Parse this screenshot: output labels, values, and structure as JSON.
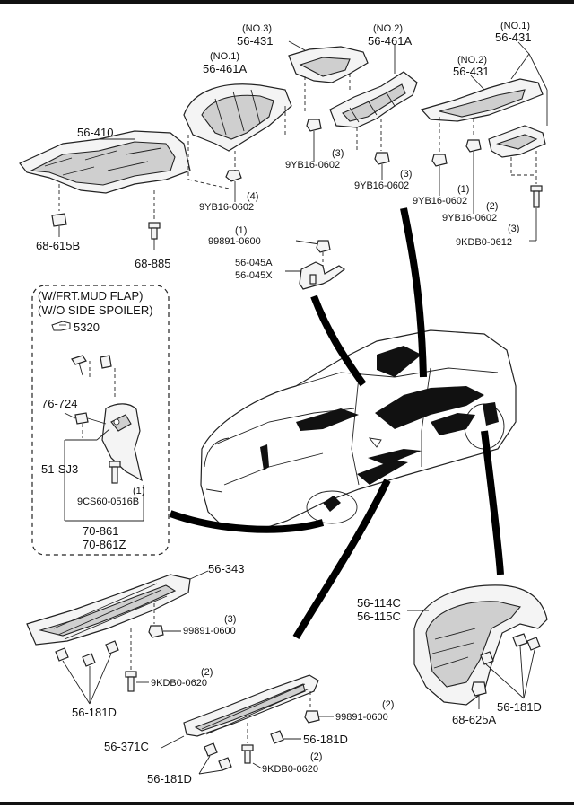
{
  "parts": {
    "no3_56_431": {
      "qualifier": "(NO.3)",
      "code": "56-431"
    },
    "no2_56_461A": {
      "qualifier": "(NO.2)",
      "code": "56-461A"
    },
    "no1_56_431": {
      "qualifier": "(NO.1)",
      "code": "56-431"
    },
    "no1_56_461A": {
      "qualifier": "(NO.1)",
      "code": "56-461A"
    },
    "no2_56_431": {
      "qualifier": "(NO.2)",
      "code": "56-431"
    },
    "p56_410": "56-410",
    "p68_615B": "68-615B",
    "p68_885": "68-885",
    "nut_top_left": {
      "qty": "(4)",
      "code": "9YB16-0602"
    },
    "nut_top_mid": {
      "qty": "(3)",
      "code": "9YB16-0602"
    },
    "nut_top_mid2": {
      "qty": "(3)",
      "code": "9YB16-0602"
    },
    "nut_right1": {
      "qty": "(1)",
      "code": "9YB16-0602"
    },
    "nut_right2": {
      "qty": "(2)",
      "code": "9YB16-0602"
    },
    "bolt_right3": {
      "qty": "(3)",
      "code": "9KDB0-0612"
    },
    "bracket_nut": {
      "qty": "(1)",
      "code": "99891-0600"
    },
    "bracket_a": "56-045A",
    "bracket_x": "56-045X",
    "mudflap_box": {
      "line1": "(W/FRT.MUD FLAP)",
      "line2": "(W/O SIDE SPOILER)",
      "ref": "5320",
      "p76_724": "76-724",
      "p51_sj3": "51-SJ3",
      "screw": {
        "qty": "(1)",
        "code": "9CS60-0516B"
      },
      "flap1": "70-861",
      "flap2": "70-861Z"
    },
    "p56_343": "56-343",
    "nut_343": {
      "qty": "(3)",
      "code": "99891-0600"
    },
    "bolt_343": {
      "qty": "(2)",
      "code": "9KDB0-0620"
    },
    "clip_343": "56-181D",
    "nut_371": {
      "qty": "(2)",
      "code": "99891-0600"
    },
    "clip_371a": "56-181D",
    "p56_371C": "56-371C",
    "clip_371b": "56-181D",
    "bolt_371": {
      "qty": "(2)",
      "code": "9KDB0-0620"
    },
    "liner1": "56-114C",
    "liner2": "56-115C",
    "clip_liner": "56-181D",
    "p68_625A": "68-625A"
  }
}
